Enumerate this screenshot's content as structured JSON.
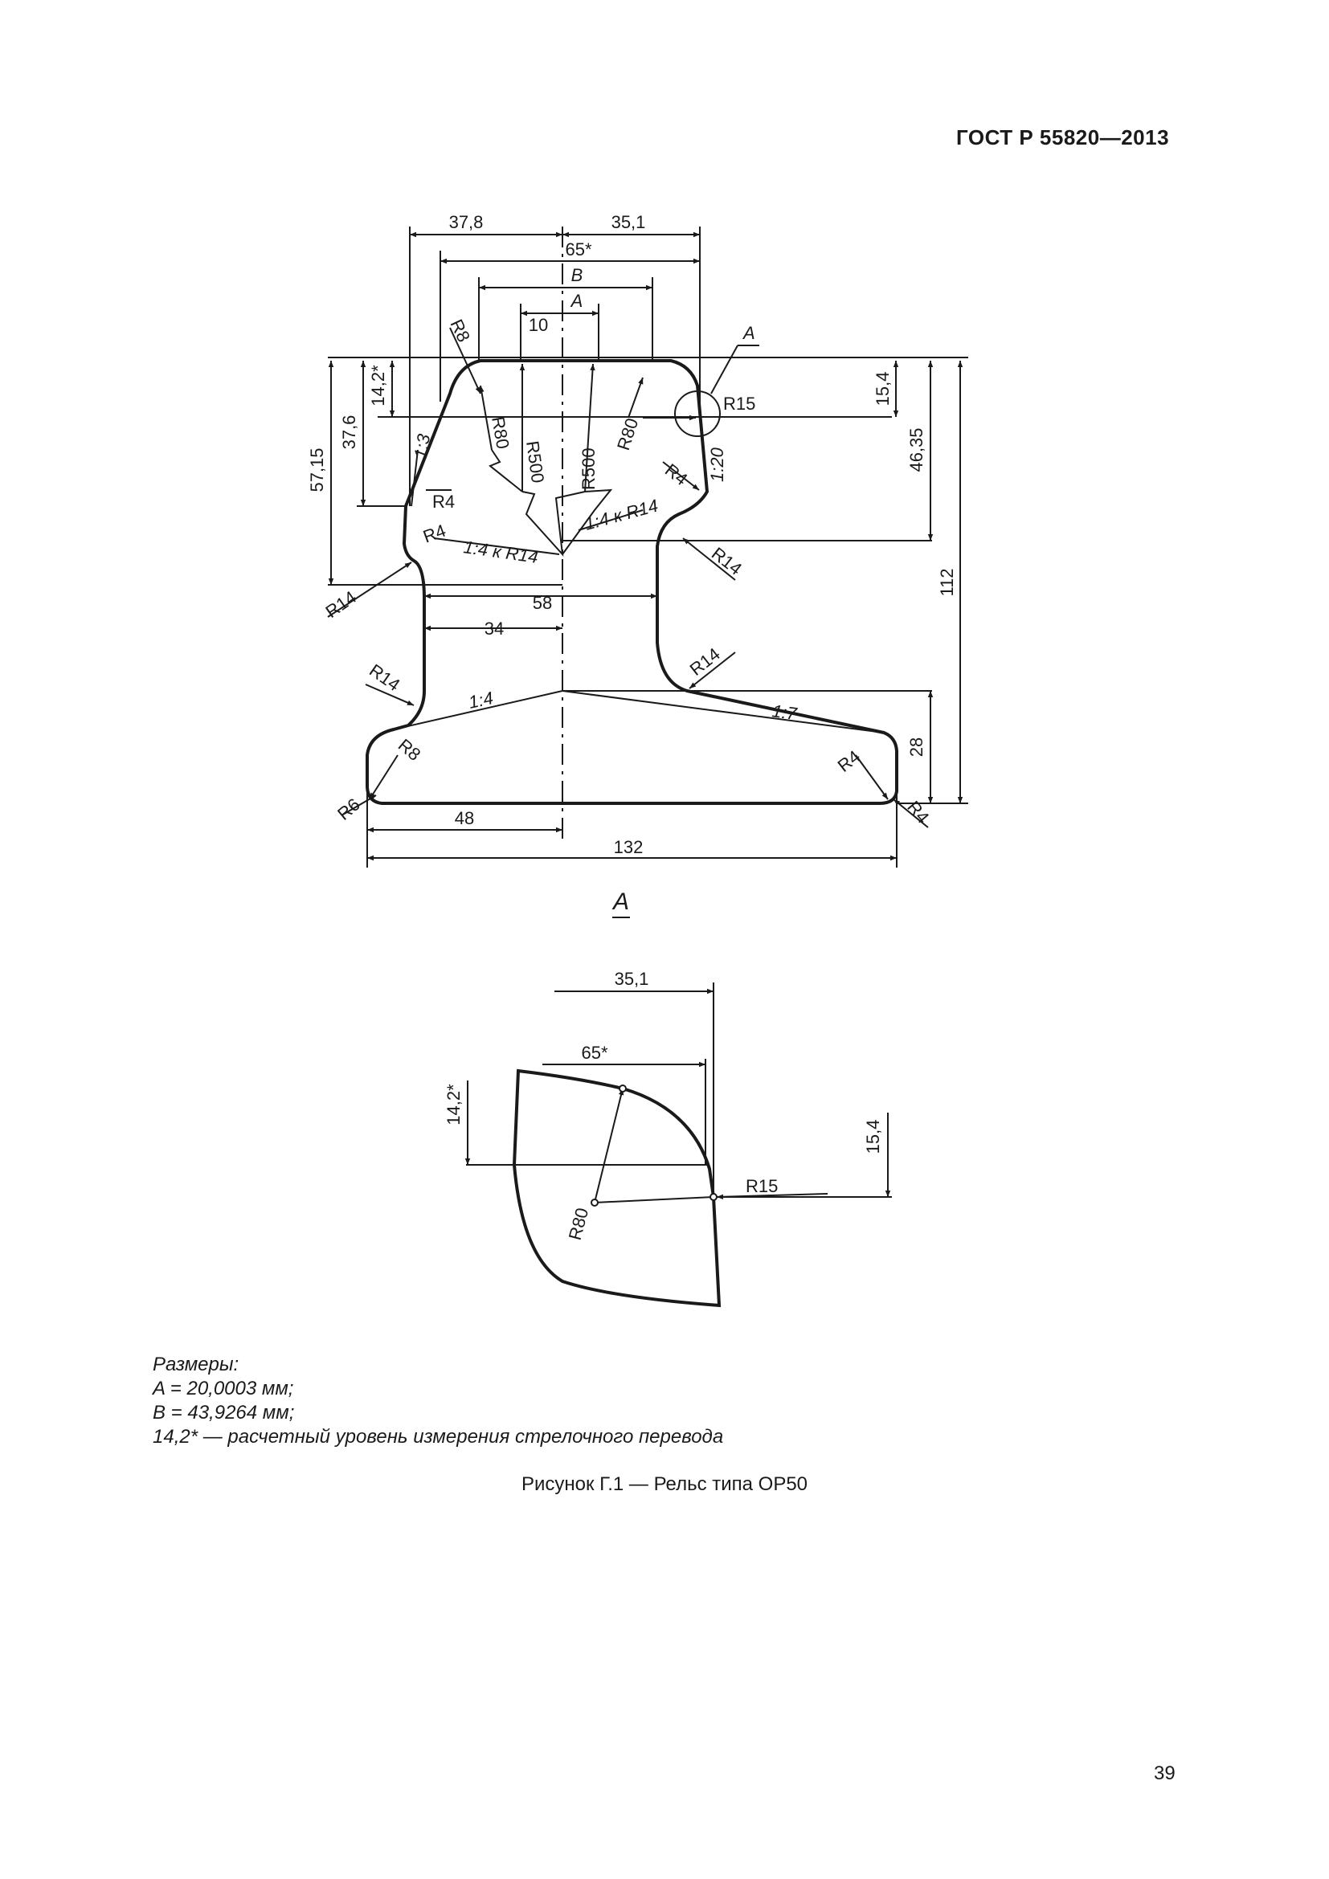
{
  "header": {
    "standard": "ГОСТ Р 55820—2013"
  },
  "drawing_main": {
    "dims": {
      "top_left": "37,8",
      "top_right": "35,1",
      "width65": "65*",
      "B": "B",
      "A": "A",
      "w10": "10",
      "h14_2": "14,2*",
      "h37_6": "37,6",
      "h57_15": "57,15",
      "h15_4": "15,4",
      "h46_35": "46,35",
      "h112": "112",
      "h28": "28",
      "w58": "58",
      "w34": "34",
      "w48": "48",
      "w132": "132"
    },
    "radii": {
      "r8_top": "R8",
      "r80_left": "R80",
      "r500_left": "R500",
      "r500_right": "R500",
      "r80_right": "R80",
      "r15": "R15",
      "r4_head_right": "R4",
      "r4_head_left": "R4",
      "r4_head_left2": "R4",
      "r14_neck_left": "R14",
      "r14_neck_right": "R14",
      "r14_web_left": "R14",
      "r14_web_right": "R14",
      "r8_foot": "R8",
      "r6_foot": "R6",
      "r4_foot_right": "R4",
      "r4_foot_right2": "R4"
    },
    "slopes": {
      "s1_3": "1:3",
      "s1_20": "1:20",
      "s1_4_r14_left": "1:4 к R14",
      "s1_4_r14_right": "1:4 к R14",
      "s1_4_foot": "1:4",
      "s1_7_foot": "1:7"
    },
    "callout": "A"
  },
  "detail": {
    "title": "A",
    "dims": {
      "w35_1": "35,1",
      "w65": "65*",
      "h14_2": "14,2*",
      "h15_4": "15,4"
    },
    "radii": {
      "r15": "R15",
      "r80": "R80"
    }
  },
  "notes": {
    "title": "Размеры:",
    "lines": [
      "A = 20,0003 мм;",
      "B = 43,9264 мм;",
      "14,2* — расчетный уровень измерения стрелочного перевода"
    ]
  },
  "caption": "Рисунок Г.1 — Рельс типа ОР50",
  "page_number": "39"
}
